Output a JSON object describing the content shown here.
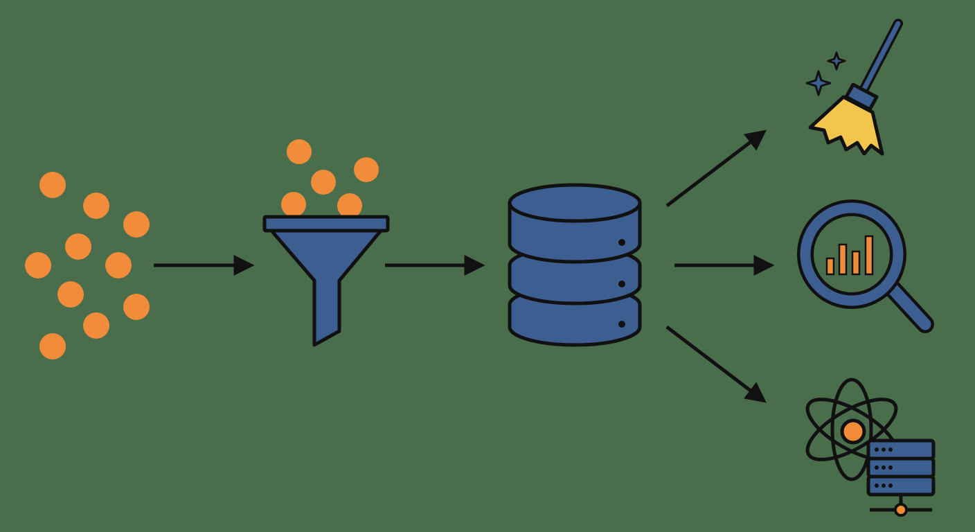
{
  "diagram": {
    "colors": {
      "background": "#4a6d4b",
      "particle": "#f08c3a",
      "stroke": "#111111",
      "blue": "#3c5e90",
      "broom_head": "#f2c64d",
      "bars": "#f08c3a"
    },
    "nodes": [
      {
        "id": "raw-data",
        "icon": "scattered-dots-icon"
      },
      {
        "id": "filter",
        "icon": "funnel-icon"
      },
      {
        "id": "storage",
        "icon": "database-icon"
      },
      {
        "id": "cleaning",
        "icon": "broom-icon"
      },
      {
        "id": "analysis",
        "icon": "magnifier-bar-chart-icon"
      },
      {
        "id": "science",
        "icon": "atom-server-icon"
      }
    ],
    "edges": [
      {
        "from": "raw-data",
        "to": "filter"
      },
      {
        "from": "filter",
        "to": "storage"
      },
      {
        "from": "storage",
        "to": "cleaning"
      },
      {
        "from": "storage",
        "to": "analysis"
      },
      {
        "from": "storage",
        "to": "science"
      }
    ]
  }
}
